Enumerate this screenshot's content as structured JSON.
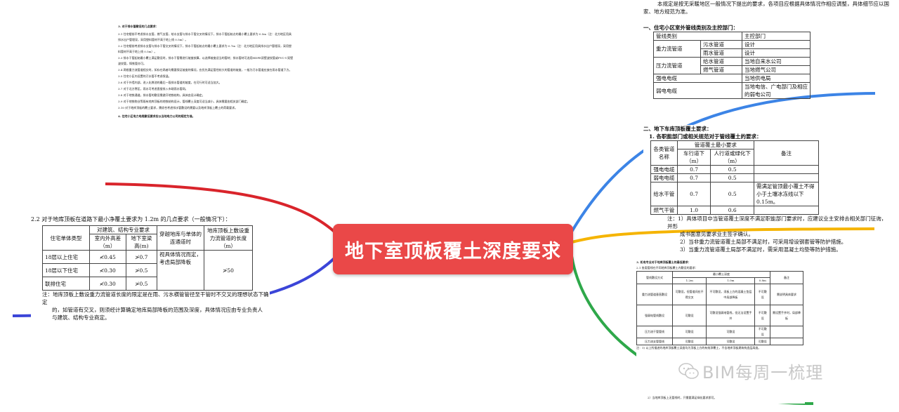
{
  "center": {
    "title": "地下室顶板覆土深度要求",
    "color": "#ea4848"
  },
  "branch_colors": {
    "red": "#d9242b",
    "blue_left": "#3b45d8",
    "blue_right": "#3c84e6",
    "yellow": "#f5b400",
    "green": "#2ea84a"
  },
  "doc_topleft": {
    "heading": "3.   对于排水管敷设的几点要求：",
    "paras": [
      "3.1  住宅楼前不考虑排水支管，燃气支管，给水支管与排水干管交叉的情况下，排水干管起始点的最小覆土要求为 0.5m（注：北方地区用具排水出户管埋深，采用塑料管材不高于地上线 0.5m）。",
      "3.2  住宅楼前考虑排水支管与排水干管交叉的情况下，排水干管起始点的最小覆土要求为 0.7m（注：北方地区用具排水出户管埋深，采用塑料管材不高于地上线 0.5m）。",
      "3.3  排水干管起始最小覆土满足敷设时，排水干管需进行坡度核算，以选择坡度适当的管材；排水管材可选用HDPE双壁波纹管或PVC-U双壁波纹管，铸铁管亦可。",
      "3.4  两根重力流管道相交时，如存在两者均需要保证坡度的情况，应优先满足管径较大的管道的坡度，一般为污水管道应放在雨水管道下方。",
      "3.5  住宅小区内设置的污水管不考虑保温。",
      "3.6  对于外墙内部，进入化粪池的最后一段排水管道的坡度，在可行时可适当加大。",
      "3.7  对于北方寒区，雨水可考虑直接排入市政雨水管网。",
      "3.8  对于地铁通道，排水管的敷设需避开地铁结构，具体由设计确定。",
      "3.9  对于地铁物业等既有地库顶板的地铁结构设计，管线覆土深度可适当减小，具体需要由相关部门确定。",
      "3.10 对于地库顶板的覆土要求，需综合考虑排水管敷设的需要以及地库顶板上覆土的荷载要求。"
    ],
    "footer": "4.   住宅小区电力电缆敷设要求应以当地电力公司的规定为准。"
  },
  "doc_topright": {
    "intro1": "本规定是按无采暖地区一般情况下提出的要求，各项目应根据具体情况作相应调整，具体细节应以国",
    "intro2": "家、地方规范为准。",
    "heading": "一、住宅小区室外管线类别及主控部门：",
    "rows": [
      {
        "cat": "管线类别",
        "sub": "",
        "dept": "主控部门"
      },
      {
        "cat": "重力流管道",
        "sub": "污水管道",
        "dept": "设计"
      },
      {
        "cat": "",
        "sub": "雨水管道",
        "dept": "设计"
      },
      {
        "cat": "压力流管道",
        "sub": "给水管道",
        "dept": "当地自来水公司"
      },
      {
        "cat": "",
        "sub": "燃气管道",
        "dept": "当地燃气公司"
      },
      {
        "cat": "强电电缆",
        "sub": "",
        "dept": "当地供电局"
      },
      {
        "cat": "弱电电缆",
        "sub": "",
        "dept": "当地电信、广电部门及相应的弱电公司"
      }
    ]
  },
  "doc_midright": {
    "heading": "二、地下车库顶板覆土要求：",
    "subheading": "1.      各职能部门或相关规范对于管线覆土的要求：",
    "col_name": "各类管道名称",
    "col_group": "管道覆土最小要求",
    "col_car": "车行道下（m）",
    "col_walk": "人行道或绿化下（m）",
    "col_note": "备注",
    "rows": [
      {
        "name": "强电电缆",
        "car": "0.7",
        "walk": "0.5",
        "note": ""
      },
      {
        "name": "弱电电缆",
        "car": "0.7",
        "walk": "0.5",
        "note": ""
      },
      {
        "name": "给水干管",
        "car": "0.7",
        "walk": "0.5",
        "note": "需满足管顶最小覆土不得小于土壤冰冻线以下 0.15m。"
      },
      {
        "name": "燃气干管",
        "car": "1.0",
        "walk": "0.6",
        "note": ""
      }
    ],
    "notes": [
      "注：1）具体项目中当管道覆土深度不满足职能部门要求时，应建议业主安排去相关部门征询，并形",
      "成书面意见要求业主签字确认。",
      "2）当非重力流管道覆土局部不满足时，可采用增设钢套管等防护措施。",
      "3）当重力流管道覆土局部不满足时，需采用混凝土均垫等防护措施。"
    ]
  },
  "doc_left": {
    "heading": "2.2 对于地库顶板在道路下最小净覆土要求为 1.2m 的几点要求（一般情况下）：",
    "h_type": "住宅单体类型",
    "h_struct": "对建筑、结构专业要求",
    "h_height": "室内外高差（m）",
    "h_beam": "地下室梁高(m)",
    "h_road": "穿越地库与单体的连通道时",
    "h_len": "地库顶板上敷设重力流管道的长度（m）",
    "rows": [
      {
        "type": "18层以上住宅",
        "height": "≮0.45",
        "beam": "≯0.7"
      },
      {
        "type": "18层以下住宅",
        "height": "≮0.30",
        "beam": "≯0.5"
      },
      {
        "type": "联排住宅",
        "height": "≮0.30",
        "beam": "≯0.5"
      }
    ],
    "road_note": "视具体情况而定，考虑局部降板",
    "len_value": "≯50",
    "note1": "注：地库顶板上敷设重力流管道长度的限定是在雨、污水横管管径至干管时不交叉的理想状态下确定",
    "note2": "的，如管道有交叉，则须经计算确定地库局部降板的范围及深度，具体情况应由专业负责人",
    "note3": "与建筑、结构专业商定。"
  },
  "doc_bottomright": {
    "heading": "3.    机电专业对于地库顶板覆土的最低要求：",
    "sub": "2.1 各类管线在不同地库顶板覆土内敷设的要求：",
    "col_type": "管线敷设方式",
    "col_group": "最小覆土深度",
    "col_12": "1.2m",
    "col_10": "1.0m",
    "col_08": "0.8m",
    "col_note": "备注",
    "rows": [
      {
        "type": "重力流管道垂直敷设",
        "a": "可敷设，但管道间应不得交叉",
        "b": "不可敷设，须板上方的混凝土垫层中局部降板",
        "c": "不可敷设",
        "note": "需说明具体要求"
      },
      {
        "type": "强弱电管线敷设",
        "a": "可敷设",
        "b": "可敷设强弱电管线，但无法设置手井",
        "c": "不可敷设",
        "note": "需设置手井时，局部降板"
      },
      {
        "type": "压力流干管管线",
        "a": "可敷设",
        "b": "可敷设",
        "c": "不可敷设",
        "note": ""
      },
      {
        "type": "压力流支管管线",
        "a": "可敷设",
        "b": "可敷设",
        "c": "可敷设",
        "note": ""
      }
    ],
    "note": "注：1) 以上所描述的地库顶板覆土深度均为顶板上方的有效净覆土，不含地库顶板建筑构造层高度。",
    "footer": "2）当地库顶板上无管线时，只需要满足绿化要求即可。"
  },
  "watermark": {
    "text": "BIM每周一梳理",
    "icon": "wechat-icon"
  }
}
